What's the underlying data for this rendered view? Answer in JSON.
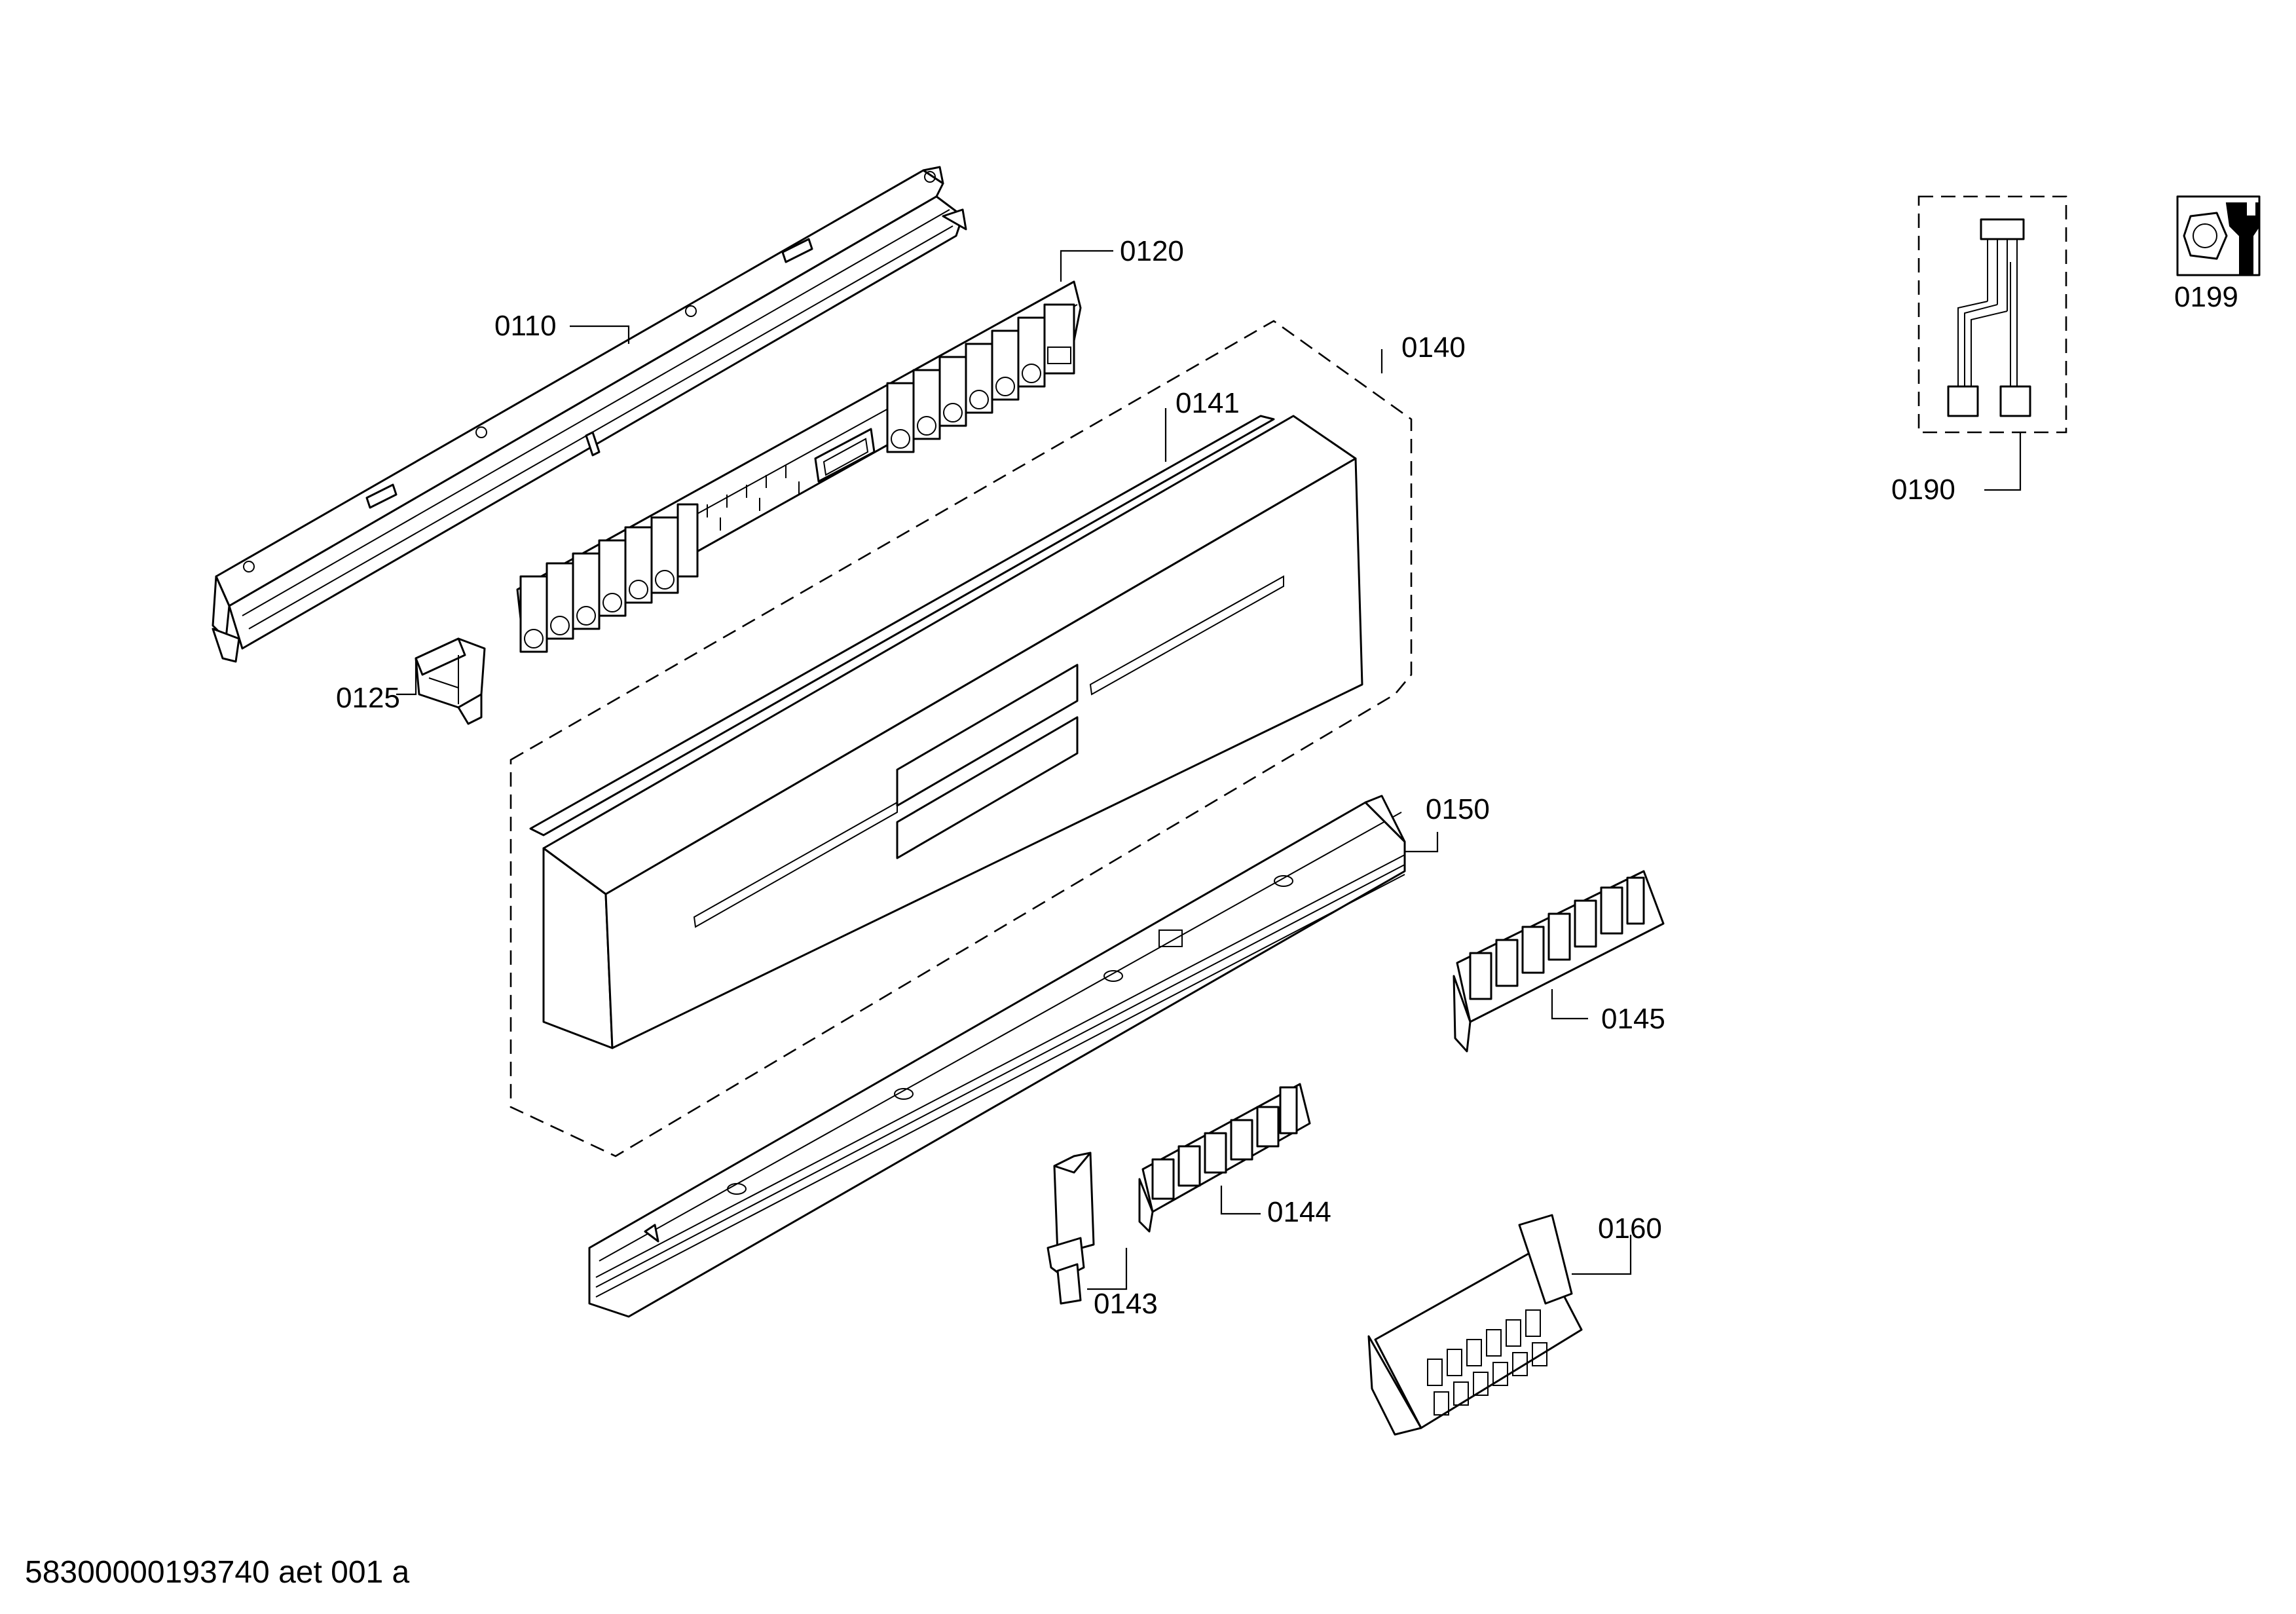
{
  "document": {
    "id_text": "58300000193740 aet 001 a"
  },
  "labels": {
    "p0110": "0110",
    "p0120": "0120",
    "p0125": "0125",
    "p0140": "0140",
    "p0141": "0141",
    "p0143": "0143",
    "p0144": "0144",
    "p0145": "0145",
    "p0150": "0150",
    "p0160": "0160",
    "p0190": "0190",
    "p0199": "0199"
  },
  "colors": {
    "line": "#000000",
    "background": "#ffffff"
  },
  "icons": {
    "p0199": "service-tool-icon"
  }
}
